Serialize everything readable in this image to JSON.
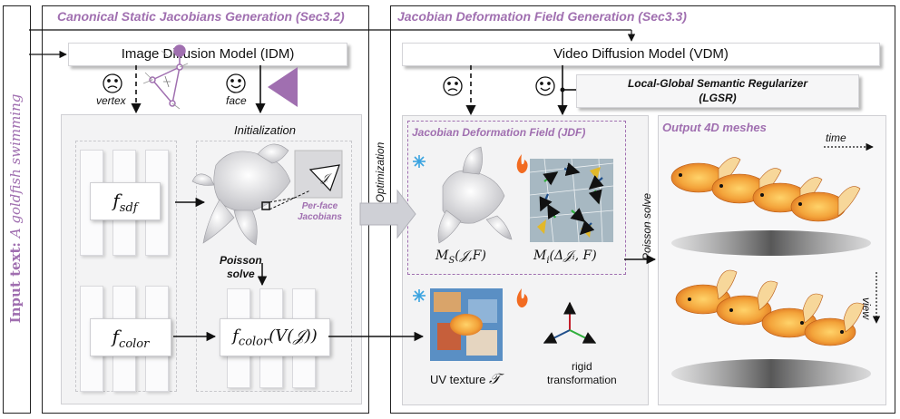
{
  "input_text": {
    "label": "Input text:",
    "prompt": "A goldfish swimming"
  },
  "left_section": {
    "title": "Canonical Static Jacobians Generation (Sec3.2)",
    "idm_label": "Image Diffusion Model (IDM)",
    "vertex_label": "vertex",
    "face_label": "face",
    "initialization_label": "Initialization",
    "per_face_label": "Per-face\nJacobians",
    "poisson_label": "Poisson\nsolve",
    "f_sdf": {
      "base": "f",
      "sub": "sdf"
    },
    "f_color": {
      "base": "f",
      "sub": "color"
    },
    "f_color_vj": {
      "base": "f",
      "sub": "color",
      "arg": "(V(𝒥))"
    },
    "jacobian_symbol": "𝒥"
  },
  "optimization_label": "Optimization",
  "right_section": {
    "title": "Jacobian Deformation Field Generation (Sec3.3)",
    "vdm_label": "Video Diffusion Model (VDM)",
    "lgsr_label": "Local-Global Semantic Regularizer\n(LGSR)",
    "jdf_title": "Jacobian Deformation Field (JDF)",
    "ms_label": {
      "base": "M",
      "sub": "S",
      "arg": "(𝒥,F)"
    },
    "mi_label": {
      "base": "M",
      "sub": "i",
      "arg": "(Δ𝒥ᵢ, F)"
    },
    "uv_label": "UV texture",
    "uv_symbol": "𝒯",
    "rigid_label": "rigid\ntransformation",
    "poisson_label": "Poisson solve",
    "output_title": "Output 4D meshes",
    "time_label": "time",
    "view_label": "view"
  },
  "colors": {
    "accent": "#a06fb0",
    "frame": "#222222"
  }
}
